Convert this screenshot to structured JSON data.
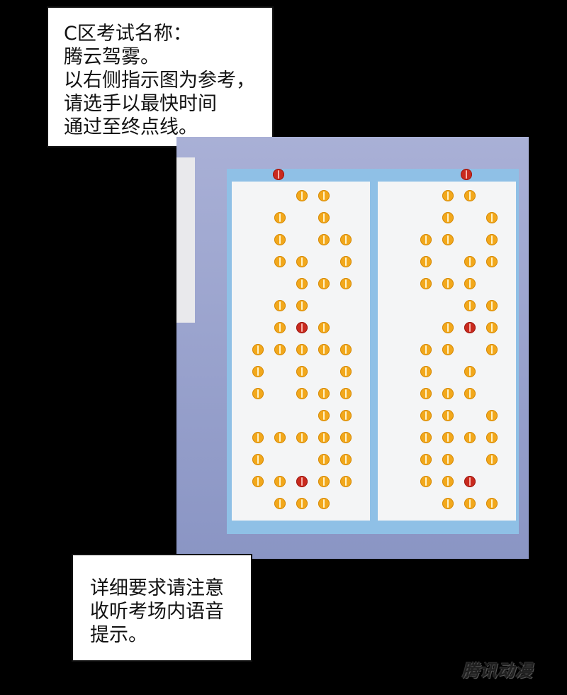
{
  "captions": {
    "top": "C区考试名称：\n腾云驾雾。\n以右侧指示图为参考，\n请选手以最快时间\n通过至终点线。",
    "bottom": "详细要求请注意\n收听考场内语音\n提示。"
  },
  "watermark": "腾讯动漫",
  "board": {
    "colors": {
      "frame": "#8a95c4",
      "field": "#8fc0e6",
      "panel": "#f4f5f6",
      "stone": "#f2a81c",
      "marker": "#c92a1e"
    },
    "panels": [
      {
        "name": "left",
        "grid": [
          "..OO.",
          ".O.O.",
          ".O.OO",
          ".OO.O",
          "..OOO",
          ".OO..",
          ".ORO.",
          "OOOOO",
          "O.O.O",
          "O.OOO",
          "...OO",
          "OOOOO",
          "O..OO",
          "OORO O",
          ".OOO."
        ]
      },
      {
        "name": "right",
        "grid": [
          "..OO.",
          "..O.O",
          ".OO.O",
          ".O.OO",
          ".OOO.",
          "...OO",
          "..ORO",
          ".OO.O",
          ".O.O.",
          ".OOO.",
          ".OO.O",
          ".OOOO",
          ".OO.O",
          ".OOR.",
          "..OOO"
        ]
      }
    ]
  }
}
